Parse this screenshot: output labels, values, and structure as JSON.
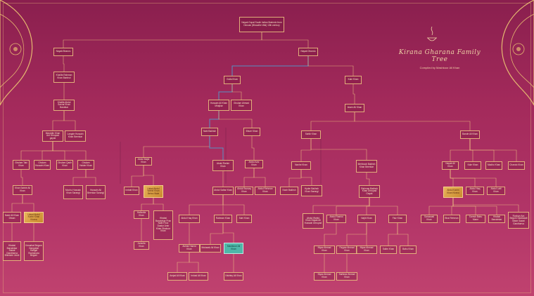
{
  "title": "Kirana Gharana Family Tree",
  "credit": "Compiled by Mashkoor Ali Khan",
  "colors": {
    "bg_top": "#8a1f4e",
    "bg_bottom": "#c0426f",
    "line": "#f0c882",
    "gold": "#e8b45a",
    "teal": "#4fb7a8",
    "blue_link": "#4aa3d6"
  },
  "nodes": [
    {
      "id": "root",
      "label": "Nayak Gopal\nSouth Indian Brahmin from Deccan (Bhaudhe Wal) 13th century"
    },
    {
      "id": "n1",
      "label": "Nayak Bhanvu"
    },
    {
      "id": "n2",
      "label": "Nayak Dhondu"
    },
    {
      "id": "n3",
      "label": "Khalifa Rahman Khan Banhsri"
    },
    {
      "id": "n4",
      "label": "Khalifa Abdul Sarvar Khan Bandkar"
    },
    {
      "id": "n5",
      "label": "Mauddin Khan Ant Dhrupad gayak"
    },
    {
      "id": "n6",
      "label": "Langde Hussain Khan Beenkar"
    },
    {
      "id": "n7",
      "label": "Ghulam Taki Khan"
    },
    {
      "id": "n8",
      "label": "Ghulam Hussain Khan"
    },
    {
      "id": "n9",
      "label": "Ghulam Qadir Khan"
    },
    {
      "id": "n10",
      "label": "Ghulam Haider Khan"
    },
    {
      "id": "n11",
      "label": "Khan Sabbir Ali Khan"
    },
    {
      "id": "n12",
      "label": "Mochu Hussain Khan Sarangi"
    },
    {
      "id": "n13",
      "label": "Hussain Ali Beenkar Sarangi"
    },
    {
      "id": "n14",
      "label": "Nasir Ali Khan Diwan"
    },
    {
      "id": "n15",
      "label": "Ustad Abdul Karim Khan Kirana"
    },
    {
      "id": "n16",
      "label": "Hirabai Barodekar Sawai Gandharva Bhimsen Joshi"
    },
    {
      "id": "n17",
      "label": "Kesarbai Begum Gangubai Hangal Roshanara Begum"
    },
    {
      "id": "n18",
      "label": "Gulla Khan"
    },
    {
      "id": "n19",
      "label": "Hussain Ali Khan Mirajkar"
    },
    {
      "id": "n20",
      "label": "Ghulam Ahmad Khan"
    },
    {
      "id": "n21",
      "label": "Abdul Majid Khan"
    },
    {
      "id": "n22",
      "label": "Imbatt Khan"
    },
    {
      "id": "n23",
      "label": "Ustad Abdul Wahid Khan Behra Wale"
    },
    {
      "id": "n24",
      "label": "Hafizulla Khan"
    },
    {
      "id": "n25",
      "label": "Hirabai Barodekar Pran Nath Firoz Dastur Amir Khan Shakoor Khan"
    },
    {
      "id": "n26",
      "label": "Jamulla Khan"
    },
    {
      "id": "n27",
      "label": "Nabi Bakhsh"
    },
    {
      "id": "n28",
      "label": "Bhure Khan"
    },
    {
      "id": "n29",
      "label": "Abdul Rahim Khan"
    },
    {
      "id": "n30",
      "label": "Abdul Sattar Khan"
    },
    {
      "id": "n31",
      "label": "Abdul Aziz Khan"
    },
    {
      "id": "n32",
      "label": "Abdul Razzaq Khan"
    },
    {
      "id": "n33",
      "label": "Abdul Rehman Khan"
    },
    {
      "id": "n34",
      "label": "Abdul Haq Khan"
    },
    {
      "id": "n35",
      "label": "Rahman Khan"
    },
    {
      "id": "n36",
      "label": "Sahi Khan"
    },
    {
      "id": "n37",
      "label": "Akhtar Hamid Khan"
    },
    {
      "id": "n38",
      "label": "Mubarak Ali Khan"
    },
    {
      "id": "n39",
      "label": "Mashkoor Ali Khan"
    },
    {
      "id": "n40",
      "label": "Nishtey Ali Khan"
    },
    {
      "id": "n41",
      "label": "Amjad Ali Khan"
    },
    {
      "id": "n42",
      "label": "Irshad Ali Khan"
    },
    {
      "id": "n43",
      "label": "Kale Khan"
    },
    {
      "id": "n44",
      "label": "Imam Ali Khan"
    },
    {
      "id": "n45",
      "label": "Sahib Khan"
    },
    {
      "id": "n46",
      "label": "Bande Ali Khan"
    },
    {
      "id": "n47",
      "label": "Nanhe Khan"
    },
    {
      "id": "n48",
      "label": "Mehboob Bakhsh Khan Beenkar"
    },
    {
      "id": "n49",
      "label": "Nazir Bakhsh"
    },
    {
      "id": "n50",
      "label": "Hyder Bakhsh Khan Sarangi"
    },
    {
      "id": "n51",
      "label": "Rahman Bakhsh Khan Dhrupad Gayak"
    },
    {
      "id": "n52",
      "label": "Abdul Wahid Khan Nayak Ali Hussain Dhrupad"
    },
    {
      "id": "n53",
      "label": "Abdul Rashid Khan"
    },
    {
      "id": "n54",
      "label": "Najib Khan"
    },
    {
      "id": "n55",
      "label": "Faiz Khan"
    },
    {
      "id": "n56",
      "label": "Niyaz Ahmad Khan"
    },
    {
      "id": "n57",
      "label": "Fayyaz Ahmad Khan"
    },
    {
      "id": "n58",
      "label": "Niyaz Ahmad Khan"
    },
    {
      "id": "n59",
      "label": "Salim Khan"
    },
    {
      "id": "n60",
      "label": "Babu Khan"
    },
    {
      "id": "n61",
      "label": "Niyaz Ahmad Khan"
    },
    {
      "id": "n62",
      "label": "Sarfaraz Ahmad Khan"
    },
    {
      "id": "n63",
      "label": "Nayak Ali Khan"
    },
    {
      "id": "n64",
      "label": "Kale Khan"
    },
    {
      "id": "n65",
      "label": "Madho Khan"
    },
    {
      "id": "n66",
      "label": "Chando Khan"
    },
    {
      "id": "n67",
      "label": "Abdul Karim Khan Kirana"
    },
    {
      "id": "n68",
      "label": "Abdul Haq Khan"
    },
    {
      "id": "n69",
      "label": "Abdul Latif Khan"
    },
    {
      "id": "n70",
      "label": "Saraswati Khan"
    },
    {
      "id": "n71",
      "label": "Bhai Rehman"
    },
    {
      "id": "n72",
      "label": "Suresh Babu Mane"
    },
    {
      "id": "n73",
      "label": "Hirabai Barodekar"
    },
    {
      "id": "n74",
      "label": "Roshan Ara Begum Saraswati Mane Sawai Gandharva"
    }
  ]
}
